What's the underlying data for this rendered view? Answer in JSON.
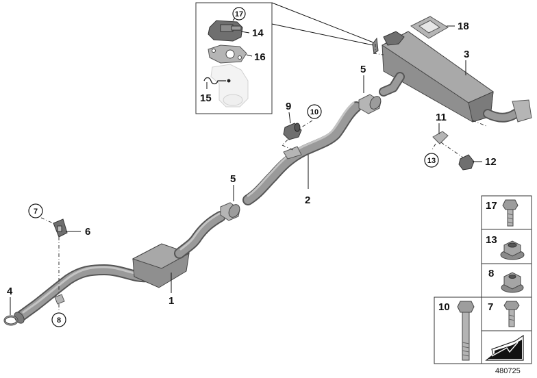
{
  "diagram": {
    "parts": {
      "p1": "1",
      "p2": "2",
      "p3": "3",
      "p4": "4",
      "p5a": "5",
      "p5b": "5",
      "p6": "6",
      "p7": "7",
      "p8": "8",
      "p9": "9",
      "p10": "10",
      "p11": "11",
      "p12": "12",
      "p13": "13",
      "p14": "14",
      "p15": "15",
      "p16": "16",
      "p17": "17",
      "p18": "18"
    },
    "legend": {
      "l17": "17",
      "l13": "13",
      "l8": "8",
      "l10": "10",
      "l7": "7"
    },
    "reference_number": "480725"
  }
}
